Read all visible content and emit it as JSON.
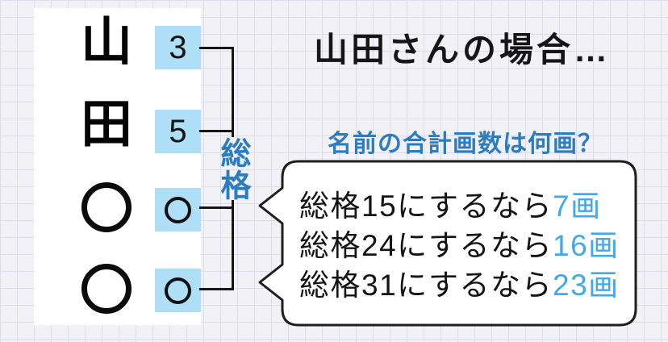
{
  "title": "山田さんの場合…",
  "question": "名前の合計画数は何画？",
  "name_card": {
    "surname": [
      "山",
      "田"
    ],
    "given_placeholder": "○"
  },
  "stroke_column": {
    "badges": [
      {
        "type": "number",
        "value": "3"
      },
      {
        "type": "number",
        "value": "5"
      },
      {
        "type": "circle"
      },
      {
        "type": "circle"
      }
    ]
  },
  "bracket_label": "総格",
  "bubble": {
    "lines": [
      {
        "prefix": "総格15にするなら",
        "answer": "7画"
      },
      {
        "prefix": "総格24にするなら",
        "answer": "16画"
      },
      {
        "prefix": "総格31にするなら",
        "answer": "23画"
      }
    ]
  },
  "colors": {
    "dark_blue_text": "#2b7cc0",
    "light_blue_text": "#41a9e9",
    "badge_fill": "#aedff6",
    "paper": "#f2f2f6",
    "grid_line": "#d9ddec"
  }
}
